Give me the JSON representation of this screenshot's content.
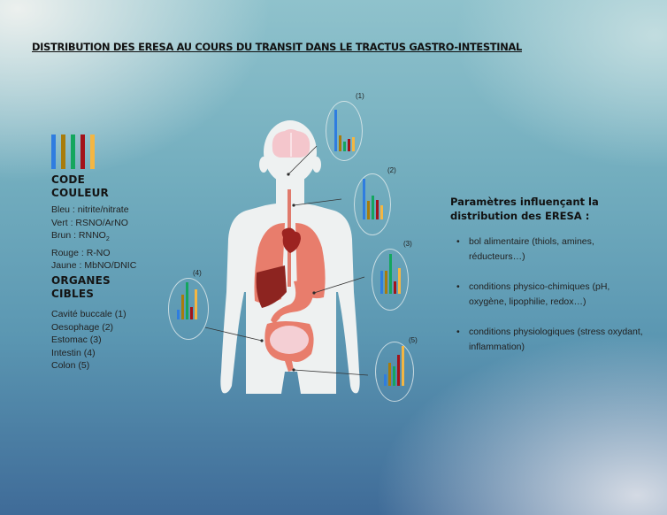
{
  "title": "DISTRIBUTION DES ERESA AU COURS DU TRANSIT DANS LE TRACTUS GASTRO-INTESTINAL",
  "colors": {
    "blue": "#2f7de0",
    "brown": "#a87c0c",
    "green": "#14a65e",
    "red": "#a3131a",
    "yellow": "#f4b642"
  },
  "color_code": {
    "heading_line1": "CODE",
    "heading_line2": "COULEUR",
    "items": [
      {
        "label": "Bleu : nitrite/nitrate"
      },
      {
        "label": "Vert : RSNO/ArNO"
      },
      {
        "label_main": "Brun : RNNO",
        "label_sub": "2"
      },
      {
        "label": "Rouge : R-NO"
      },
      {
        "label": "Jaune : MbNO/DNIC"
      }
    ]
  },
  "target_organs": {
    "heading_line1": "ORGANES",
    "heading_line2": "CIBLES",
    "items": [
      {
        "label": "Cavité buccale (1)"
      },
      {
        "label": "Oesophage (2)"
      },
      {
        "label": "Estomac (3)"
      },
      {
        "label": "Intestin (4)"
      },
      {
        "label": "Colon (5)"
      }
    ]
  },
  "parameters": {
    "title": "Paramètres influençant la distribution des ERESA :",
    "items": [
      {
        "bullet": "•",
        "text": "bol alimentaire (thiols, amines, réducteurs…)"
      },
      {
        "bullet": "•",
        "text": "conditions physico-chimiques (pH, oxygène, lipophilie, redox…)"
      },
      {
        "bullet": "•",
        "text": "conditions physiologiques (stress oxydant, inflammation)"
      }
    ]
  },
  "chart_data": [
    {
      "type": "bar",
      "title": "(1)",
      "organ": "Cavité buccale",
      "categories": [
        "nitrite/nitrate",
        "RNNO2",
        "RSNO/ArNO",
        "R-NO",
        "MbNO/DNIC"
      ],
      "values": [
        47,
        18,
        11,
        14,
        16
      ]
    },
    {
      "type": "bar",
      "title": "(2)",
      "organ": "Oesophage",
      "categories": [
        "nitrite/nitrate",
        "RNNO2",
        "RSNO/ArNO",
        "R-NO",
        "MbNO/DNIC"
      ],
      "values": [
        46,
        21,
        27,
        22,
        16
      ]
    },
    {
      "type": "bar",
      "title": "(3)",
      "organ": "Estomac",
      "categories": [
        "nitrite/nitrate",
        "RNNO2",
        "RSNO/ArNO",
        "R-NO",
        "MbNO/DNIC"
      ],
      "values": [
        26,
        26,
        45,
        14,
        29
      ]
    },
    {
      "type": "bar",
      "title": "(4)",
      "organ": "Intestin",
      "categories": [
        "nitrite/nitrate",
        "RNNO2",
        "RSNO/ArNO",
        "R-NO",
        "MbNO/DNIC"
      ],
      "values": [
        11,
        28,
        42,
        14,
        34
      ]
    },
    {
      "type": "bar",
      "title": "(5)",
      "organ": "Colon",
      "categories": [
        "nitrite/nitrate",
        "RNNO2",
        "RSNO/ArNO",
        "R-NO",
        "MbNO/DNIC"
      ],
      "values": [
        13,
        26,
        22,
        35,
        45
      ]
    }
  ]
}
